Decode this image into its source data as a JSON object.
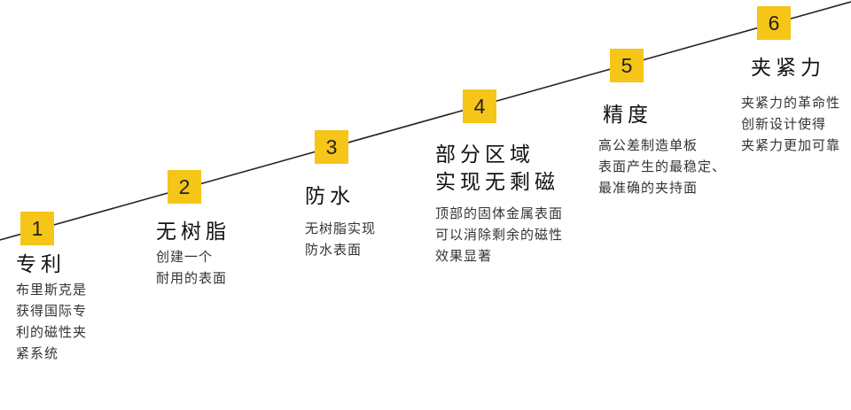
{
  "accent_color": "#f5c518",
  "steps": [
    {
      "number": "1",
      "title": "专利",
      "desc": "布里斯克是\n获得国际专\n利的磁性夹\n紧系统"
    },
    {
      "number": "2",
      "title": "无树脂",
      "desc": "创建一个\n耐用的表面"
    },
    {
      "number": "3",
      "title": "防水",
      "desc": "无树脂实现\n防水表面"
    },
    {
      "number": "4",
      "title": "部分区域\n实现无剩磁",
      "desc": "顶部的固体金属表面\n可以消除剩余的磁性\n效果显著"
    },
    {
      "number": "5",
      "title": "精度",
      "desc": "高公差制造单板\n表面产生的最稳定、\n最准确的夹持面"
    },
    {
      "number": "6",
      "title": "夹紧力",
      "desc": "夹紧力的革命性\n创新设计使得\n夹紧力更加可靠"
    }
  ]
}
